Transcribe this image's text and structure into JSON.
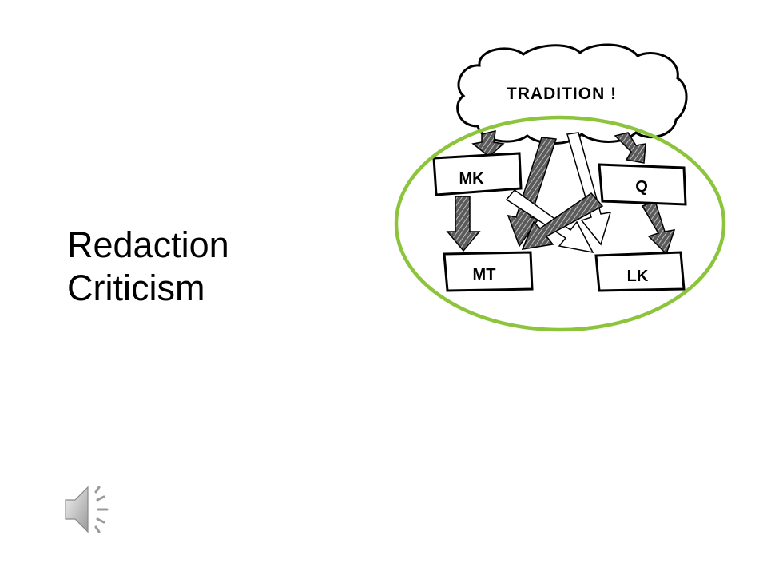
{
  "slide": {
    "title_line1": "Redaction",
    "title_line2": "Criticism"
  },
  "diagram": {
    "cloud_label": "TRADITION !",
    "boxes": {
      "mk": "MK",
      "q": "Q",
      "mt": "MT",
      "lk": "LK"
    },
    "highlight_color": "#8cc43c"
  },
  "audio": {
    "icon": "speaker-icon"
  }
}
